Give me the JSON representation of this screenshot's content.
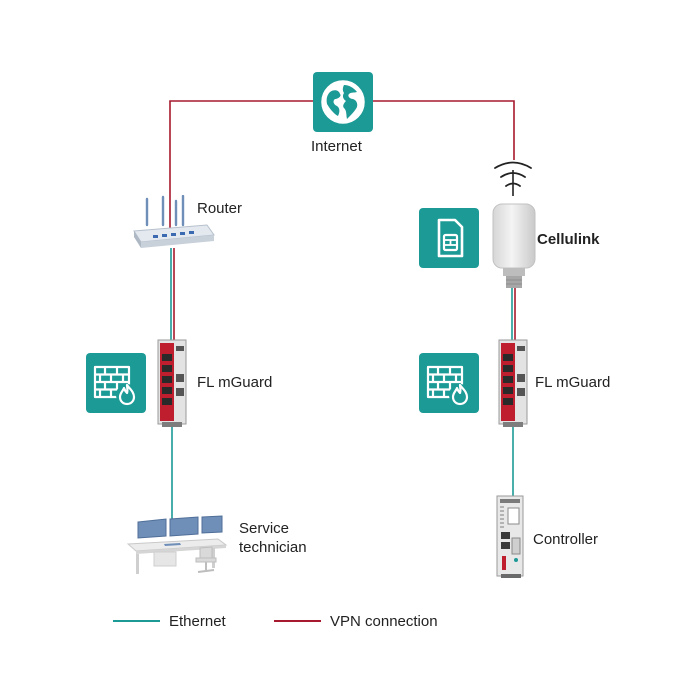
{
  "nodes": {
    "internet": "Internet",
    "router": "Router",
    "cellulink": "Cellulink",
    "mguard_left": "FL mGuard",
    "mguard_right": "FL mGuard",
    "service_technician_line1": "Service",
    "service_technician_line2": "technician",
    "controller": "Controller"
  },
  "legend": {
    "ethernet": "Ethernet",
    "vpn": "VPN connection"
  },
  "colors": {
    "ethernet": "#1c9a96",
    "vpn": "#a6192e",
    "tile": "#1c9a96"
  },
  "icons": [
    "globe-icon",
    "sim-card-icon",
    "firewall-icon",
    "router-device",
    "antenna-device",
    "mguard-device",
    "workstation-device",
    "controller-device"
  ]
}
